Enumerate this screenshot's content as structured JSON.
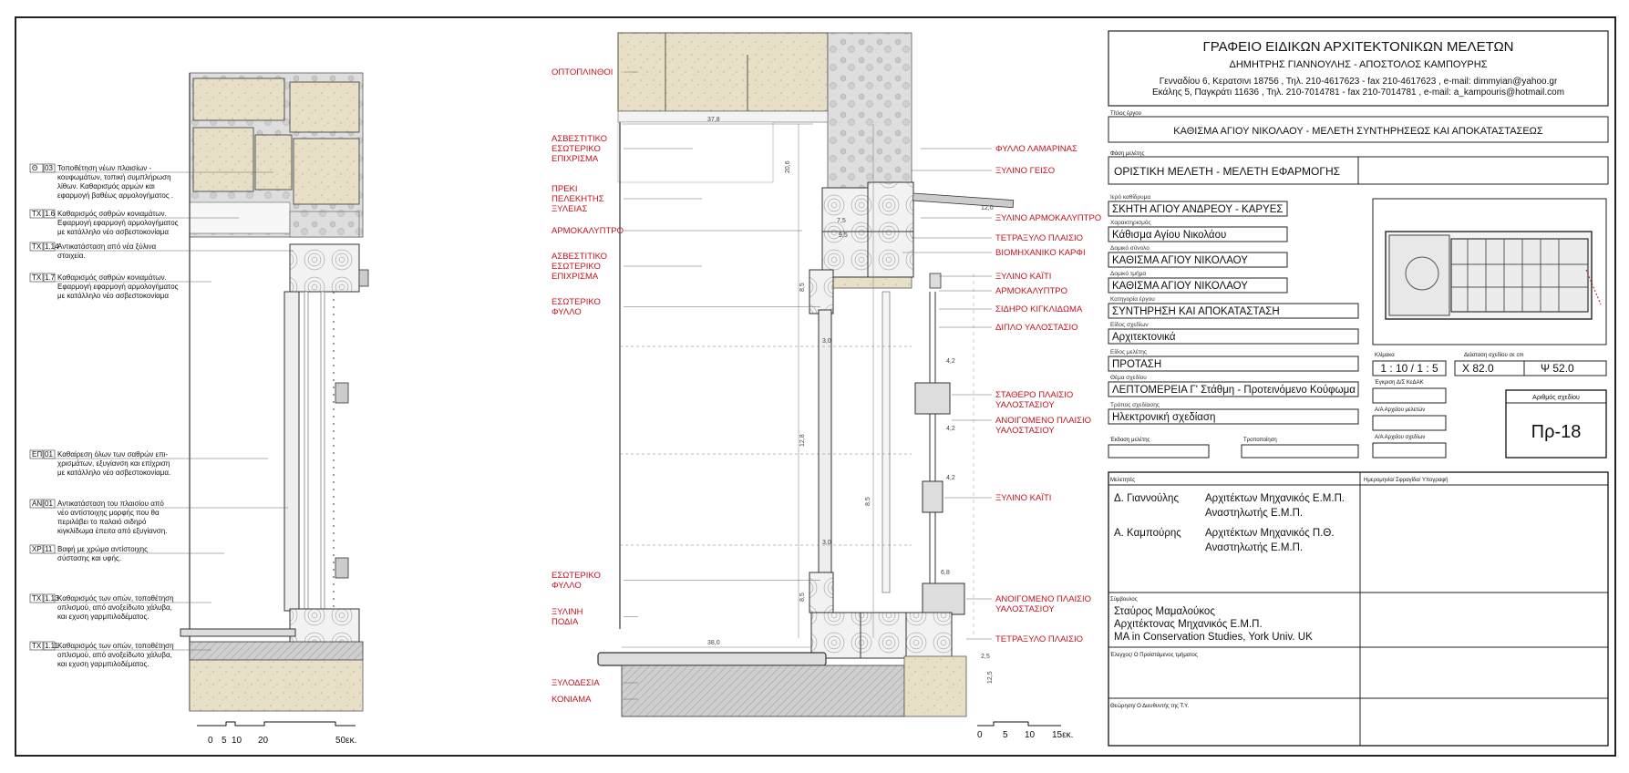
{
  "left_notes": [
    {
      "code": "Θ",
      "num": "03",
      "lines": [
        "Τοποθέτηση νέων πλαισίων -",
        "κουφωμάτων, τοπική συμπλήρωση",
        "λίθων. Καθαρισμός αρμών και",
        "εφαρμογή βαθέως αρμολογήματος ."
      ]
    },
    {
      "code": "ΤΧ",
      "num": "1.6",
      "lines": [
        "Καθαρισμός σαθρών κονιαμάτων.",
        "Εφαρμογή εφαρμογή αρμολογήματος",
        "με κατάλληλο νέο ασβεστοκονίαμα"
      ]
    },
    {
      "code": "ΤΧ",
      "num": "1.14",
      "lines": [
        "Αντικατάσταση από νέα ξύλινα",
        "στοιχεία."
      ]
    },
    {
      "code": "ΤΧ",
      "num": "1.7",
      "lines": [
        "Καθαρισμός σαθρών κονιαμάτων.",
        "Εφαρμογή εφαρμογή αρμολογήματος",
        "με κατάλληλο νέο ασβεστοκονίαμα"
      ]
    },
    {
      "code": "ΕΠ",
      "num": "01",
      "lines": [
        "Καθαίρεση όλων των  σαθρών επι-",
        "χρισμάτων, εξυγίανση και επίχριση",
        "με κατάλληλο νέο ασβεστοκονίαμα."
      ]
    },
    {
      "code": "ΑΝ",
      "num": "01",
      "lines": [
        "Αντικατάσταση του πλαισίου από",
        "νέο αντίστοιχης μορφής που θα",
        "περιλάβει το παλαιό σιδηρό",
        "κιγκλίδωμα έπειτα από εξυγίανση."
      ]
    },
    {
      "code": "ΧΡ",
      "num": "11",
      "lines": [
        "Βαφή με χρώμα αντίστοιχης",
        "σύστασης και υφής."
      ]
    },
    {
      "code": "ΤΧ",
      "num": "1.13",
      "lines": [
        "Καθαρισμός των οπών, τοποθέτηση",
        "οπλισμού, από ανοξείδωτο χάλυβα,",
        "και εχυση γαρμπιλοδέματος."
      ]
    },
    {
      "code": "ΤΧ",
      "num": "1.11",
      "lines": [
        "Καθαρισμός των οπών, τοποθέτηση",
        "οπλισμού, από ανοξείδωτο χάλυβα,",
        "και εχυση γαρμπιλοδέματος."
      ]
    }
  ],
  "scale_left": {
    "ticks": [
      "0",
      "5",
      "10",
      "20"
    ],
    "end": "50εκ."
  },
  "scale_mid": {
    "ticks": [
      "0",
      "5",
      "10"
    ],
    "end": "15εκ."
  },
  "mid_left_labels": [
    [
      "ΟΠΤΟΠΛΙΝΘΟΙ"
    ],
    [
      "ΑΣΒΕΣΤΙΤΙΚΟ",
      "ΕΣΩΤΕΡΙΚΟ",
      "ΕΠΙΧΡΙΣΜΑ"
    ],
    [
      "ΠΡΕΚΙ",
      "ΠΕΛΕΚΗΤΗΣ",
      "ΞΥΛΕΙΑΣ"
    ],
    [
      "ΑΡΜΟΚΑΛΥΠΤΡΟ"
    ],
    [
      "ΑΣΒΕΣΤΙΤΙΚΟ",
      "ΕΣΩΤΕΡΙΚΟ",
      "ΕΠΙΧΡΙΣΜΑ"
    ],
    [
      "ΕΣΩΤΕΡΙΚΟ",
      "ΦΥΛΛΟ"
    ],
    [
      "ΕΣΩΤΕΡΙΚΟ",
      "ΦΥΛΛΟ"
    ],
    [
      "ΞΥΛΙΝΗ",
      "ΠΟΔΙΑ"
    ],
    [
      "ΞΥΛΟΔΕΣΙΑ"
    ],
    [
      "ΚΟΝΙΑΜΑ"
    ]
  ],
  "mid_right_labels": [
    [
      "ΦΥΛΛΟ ΛΑΜΑΡΙΝΑΣ"
    ],
    [
      "ΞΥΛΙΝΟ ΓΕΙΣΟ"
    ],
    [
      "ΞΥΛΙΝΟ ΑΡΜΟΚΑΛΥΠΤΡΟ"
    ],
    [
      "ΤΕΤΡΑΞΥΛΟ ΠΛΑΙΣΙΟ"
    ],
    [
      "ΒΙΟΜΗΧΑΝΙΚΟ ΚΑΡΦΙ"
    ],
    [
      "ΞΥΛΙΝΟ ΚΑΪΤΙ"
    ],
    [
      "ΑΡΜΟΚΑΛΥΠΤΡΟ"
    ],
    [
      "ΣΙΔΗΡΟ ΚΙΓΚΛΙΔΩΜΑ"
    ],
    [
      "ΔΙΠΛΟ ΥΑΛΟΣΤΑΣΙΟ"
    ],
    [
      "ΣΤΑΘΕΡΟ ΠΛΑΙΣΙΟ",
      "ΥΑΛΟΣΤΑΣΙΟΥ"
    ],
    [
      "ΑΝΟΙΓΟΜΕΝΟ ΠΛΑΙΣΙΟ",
      "ΥΑΛΟΣΤΑΣΙΟΥ"
    ],
    [
      "ΞΥΛΙΝΟ ΚΑΪΤΙ"
    ],
    [
      "ΑΝΟΙΓΟΜΕΝΟ ΠΛΑΙΣΙΟ",
      "ΥΑΛΟΣΤΑΣΙΟΥ"
    ],
    [
      "ΤΕΤΡΑΞΥΛΟ ΠΛΑΙΣΙΟ"
    ]
  ],
  "dims": {
    "top_width": "37,8",
    "bottom_width": "38,0",
    "h1": "20,6",
    "h2": "8,5",
    "h3": "12,8",
    "h4": "8,5",
    "h5": "8,5",
    "v30a": "3,0",
    "v30b": "3,0",
    "v42a": "4,2",
    "v42b": "4,2",
    "v42c": "4,2",
    "v48": "6,8",
    "w95": "9,5",
    "w75": "7,5",
    "w120": "12,0",
    "w25": "2,5",
    "w125": "12,5"
  },
  "title_block": {
    "office": "ΓΡΑΦΕΙΟ ΕΙΔΙΚΩΝ ΑΡΧΙΤΕΚΤΟΝΙΚΩΝ ΜΕΛΕΤΩΝ",
    "partners": "ΔΗΜΗΤΡΗΣ ΓΙΑΝΝΟΥΛΗΣ  -  ΑΠΟΣΤΟΛΟΣ ΚΑΜΠΟΥΡΗΣ",
    "address1": "Γενναδίου 6, Κερατσινι 18756 , Τηλ. 210-4617623 - fax 210-4617623 , e-mail: dimmyian@yahoo.gr",
    "address2": "Εκάλης 5, Παγκράτι 11636 , Τηλ. 210-7014781 - fax 210-7014781 , e-mail: a_kampouris@hotmail.com",
    "project_title_label": "Τίτλος έργου",
    "project_title": "ΚΑΘΙΣΜΑ ΑΓΙΟΥ ΝΙΚΟΛΑΟΥ - ΜΕΛΕΤΗ ΣΥΝΤΗΡΗΣΕΩΣ ΚΑΙ ΑΠΟΚΑΤΑΣΤΑΣΕΩΣ",
    "phase_label": "Φάση μελέτης",
    "phase": "ΟΡΙΣΤΙΚΗ ΜΕΛΕΤΗ - ΜΕΛΕΤΗ ΕΦΑΡΜΟΓΗΣ",
    "fields": [
      {
        "label": "Ιερό καθίδρυμα",
        "value": "ΣΚΗΤΗ ΑΓΙΟΥ ΑΝΔΡΕΟΥ - ΚΑΡΥΕΣ"
      },
      {
        "label": "Χαρακτηρισμός",
        "value": "Κάθισμα Αγίου Νικολάου"
      },
      {
        "label": "Δομικό σύνολο",
        "value": "ΚΑΘΙΣΜΑ ΑΓΙΟΥ ΝΙΚΟΛΑΟΥ"
      },
      {
        "label": "Δομικό τμήμα",
        "value": "ΚΑΘΙΣΜΑ ΑΓΙΟΥ ΝΙΚΟΛΑΟΥ"
      },
      {
        "label": "Κατηγορία έργου",
        "value": "ΣΥΝΤΗΡΗΣΗ ΚΑΙ ΑΠΟΚΑΤΑΣΤΑΣΗ"
      },
      {
        "label": "Είδος σχεδίων",
        "value": "Αρχιτεκτονικά"
      },
      {
        "label": "Είδος μελέτης",
        "value": "ΠΡΟΤΑΣΗ"
      },
      {
        "label": "Θέμα σχεδίου",
        "value": "ΛΕΠΤΟΜΕΡΕΙΑ Γ' Στάθμη - Προτεινόμενο Κούφωμα"
      },
      {
        "label": "Τρόπος σχεδίασης",
        "value": "Ηλεκτρονική σχεδίαση"
      }
    ],
    "scale_label": "Κλίμακα",
    "scale": "1 : 10 / 1 : 5",
    "dims_label": "Διάσταση σχεδίου σε cm",
    "dim_x": "X 82.0",
    "dim_y": "Ψ 52.0",
    "approval_label": "Έγκριση Δ/Σ ΚεΔΑΚ",
    "archive_label": "Α/Α Αρχείου μελετών",
    "drawing_no_label": "Αριθμός σχεδίου",
    "drawing_no": "Πρ-18",
    "issue_label": "Έκδοση μελέτης",
    "revision_label": "Τροποποίηση",
    "archive2_label": "Α/Α Αρχείου σχεδίων",
    "designers_label": "Μελετητές",
    "date_sig_label": "Ημερομηνία/ Σφραγίδα/ Υπογραφή",
    "designers": [
      {
        "name": "Δ. Γιαννούλης",
        "role1": "Αρχιτέκτων Μηχανικός Ε.Μ.Π.",
        "role2": "Αναστηλωτής Ε.Μ.Π."
      },
      {
        "name": "Α. Καμπούρης",
        "role1": "Αρχιτέκτων Μηχανικός Π.Θ.",
        "role2": "Αναστηλωτής Ε.Μ.Π."
      }
    ],
    "consultant_label": "Σύμβουλος",
    "consultant": [
      "Σταύρος  Μαμαλούκος",
      "Αρχιτέκτονας Μηχανικός Ε.Μ.Π.",
      "MA in Conservation Studies, York Univ. UK"
    ],
    "check_label": "Έλεγχος/ Ο Προϊστάμενος τμήματος",
    "endorse_label": "Θεώρηση/ Ο Διευθυντής της Τ.Υ."
  }
}
